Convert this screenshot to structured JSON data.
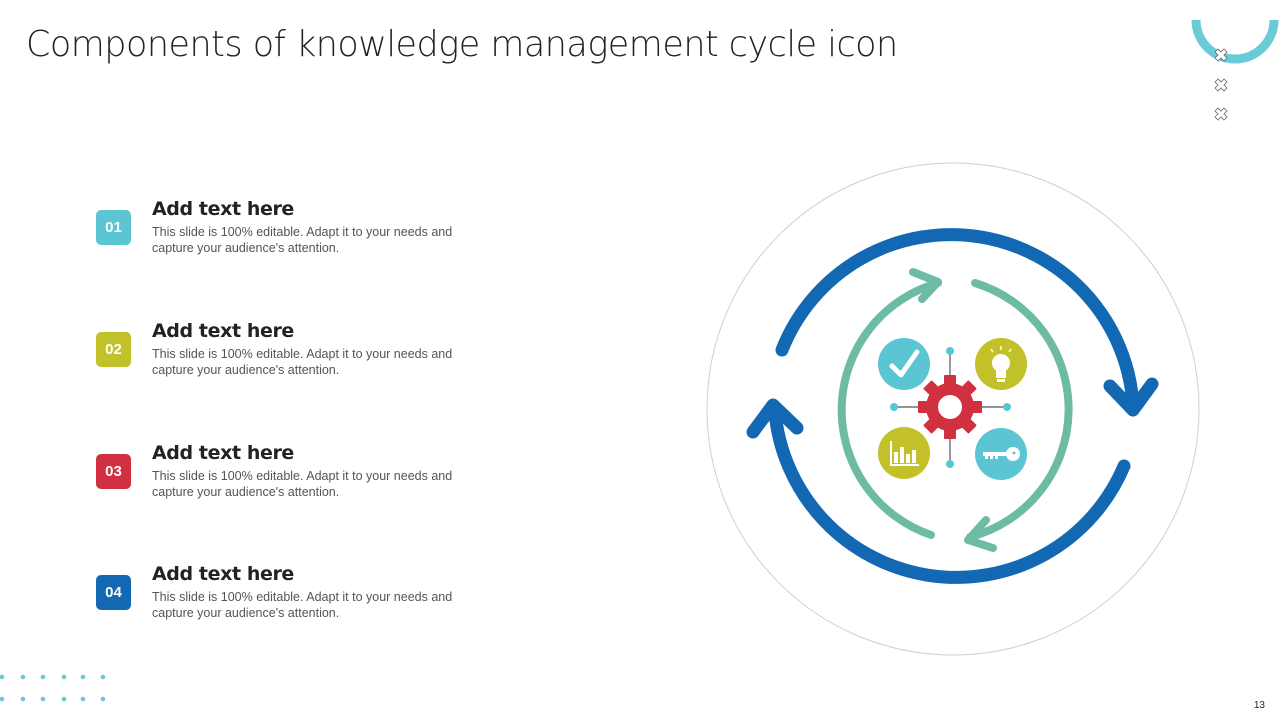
{
  "slide": {
    "title": "Components of knowledge management cycle icon",
    "page_number": "13"
  },
  "items": [
    {
      "number": "01",
      "title": "Add text here",
      "description": "This slide is 100% editable. Adapt it to your needs and capture your audience's attention.",
      "color": "#5BC5D3"
    },
    {
      "number": "02",
      "title": "Add text here",
      "description": "This slide is 100% editable. Adapt it to your needs and capture your audience's attention.",
      "color": "#C2C12A"
    },
    {
      "number": "03",
      "title": "Add text here",
      "description": "This slide is 100% editable. Adapt it to your needs and capture your audience's attention.",
      "color": "#D0303F"
    },
    {
      "number": "04",
      "title": "Add text here",
      "description": "This slide is 100% editable. Adapt it to your needs and capture your audience's attention.",
      "color": "#1268B3"
    }
  ],
  "diagram": {
    "outer_arrows_color": "#1268B3",
    "inner_arrows_color": "#6DBBA4",
    "gear_color": "#D0303F",
    "icons": [
      {
        "name": "checkmark",
        "color": "#5BC5D3"
      },
      {
        "name": "lightbulb",
        "color": "#C2C12A"
      },
      {
        "name": "bar-chart",
        "color": "#C2C12A"
      },
      {
        "name": "key",
        "color": "#5BC5D3"
      }
    ]
  },
  "colors": {
    "accent_teal": "#5BC5D3",
    "title_text": "#222222"
  }
}
